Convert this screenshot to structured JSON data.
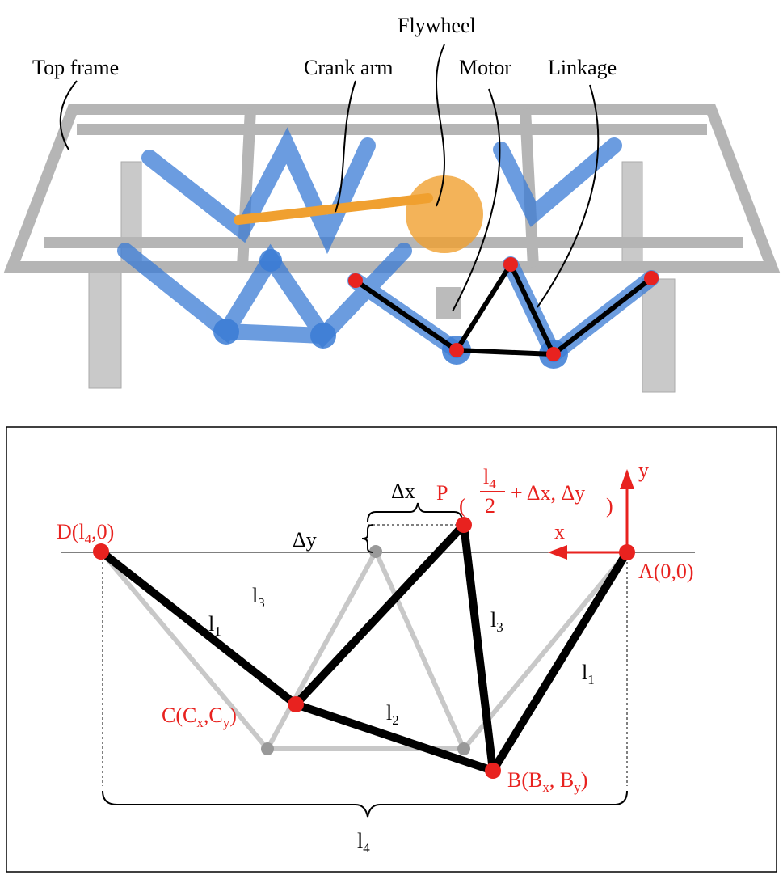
{
  "render": {
    "labels": {
      "top_frame": "Top frame",
      "crank_arm": "Crank arm",
      "flywheel": "Flywheel",
      "motor": "Motor",
      "linkage": "Linkage"
    }
  },
  "diagram": {
    "points": {
      "D": {
        "name": "D",
        "coord": "(l",
        "sub": "4",
        "rest": ",0)"
      },
      "A": "A(0,0)",
      "C": {
        "pre": "C(C",
        "sub1": "x",
        "mid": ",C",
        "sub2": "y",
        "post": ")"
      },
      "B": {
        "pre": "B(B",
        "sub1": "x",
        "mid": ", B",
        "sub2": "y",
        "post": ")"
      },
      "P": {
        "name": "P",
        "num": "l",
        "num_sub": "4",
        "den": "2",
        "rest": "+ Δx, Δy"
      }
    },
    "links": {
      "l1": "l",
      "l1_sub": "1",
      "l2_sub": "2",
      "l3_sub": "3",
      "l4_sub": "4"
    },
    "deltas": {
      "dx": "Δx",
      "dy": "Δy"
    },
    "axes": {
      "x": "x",
      "y": "y"
    },
    "colors": {
      "accent": "#e8221f",
      "link": "#000000",
      "ghost": "#c8c8c8",
      "blue": "#3a7bd5",
      "orange": "#f0a030"
    }
  }
}
